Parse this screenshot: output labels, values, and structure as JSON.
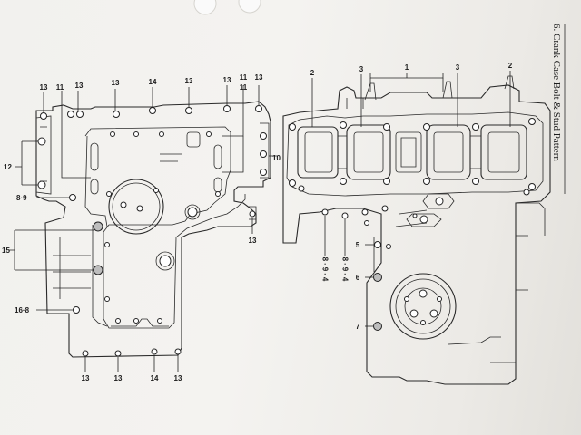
{
  "page": {
    "title": "6.  Crank Case Bolt & Stud Pattern"
  },
  "left_case": {
    "top_labels": [
      "13",
      "11",
      "13",
      "13",
      "14",
      "13",
      "13",
      "11",
      "11",
      "13"
    ],
    "side_labels": [
      "12",
      "8·9",
      "15",
      "16·8"
    ],
    "right_labels": [
      "10",
      "13"
    ],
    "bottom_labels": [
      "13",
      "13",
      "14",
      "13"
    ]
  },
  "right_case": {
    "top_labels": [
      "2",
      "3",
      "1",
      "3",
      "2"
    ],
    "stud_labels": [
      "8·9·4",
      "8·9·4"
    ],
    "side_labels": [
      "5",
      "6",
      "7"
    ]
  }
}
